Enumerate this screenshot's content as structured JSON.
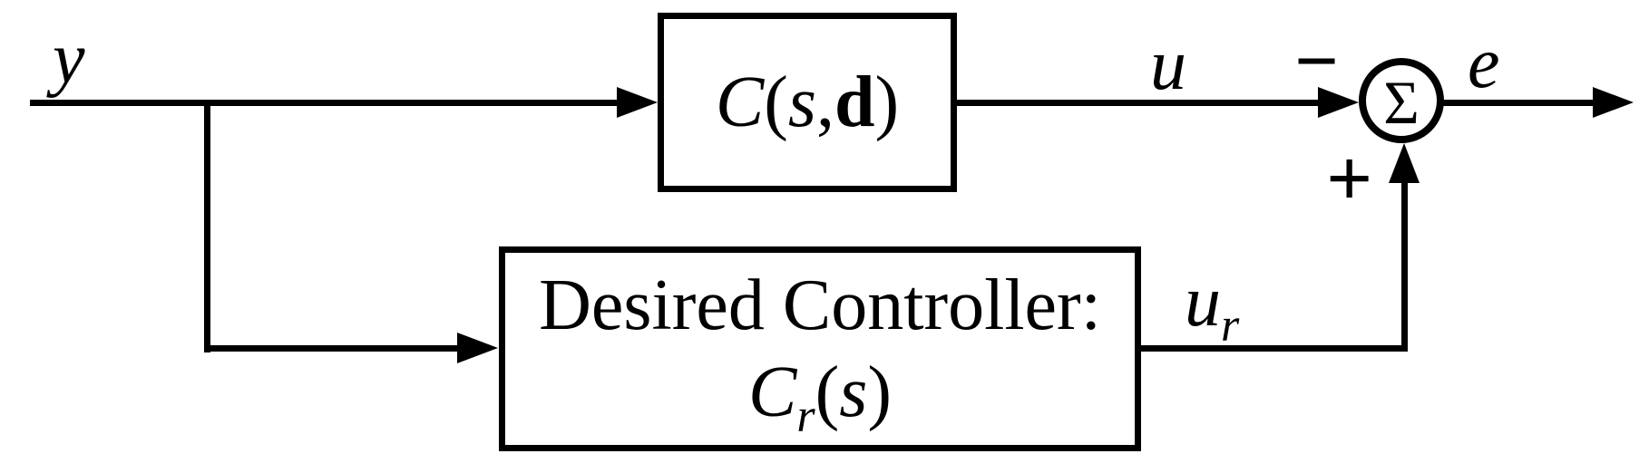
{
  "colors": {
    "background": "#ffffff",
    "ink": "#000000"
  },
  "labels": {
    "input": "y",
    "controller_output": "u",
    "error_output": "e",
    "reference_output": {
      "base": "u",
      "subscript": "r"
    },
    "minus": "−",
    "plus": "+"
  },
  "summing_junction": {
    "symbol": "Σ"
  },
  "blocks": {
    "controller": {
      "name": "C",
      "lparen": "(",
      "arg": "s",
      "comma": ",",
      "param": "d",
      "rparen": ")"
    },
    "desired_controller": {
      "title": "Desired Controller:",
      "name": "C",
      "subscript": "r",
      "lparen": "(",
      "arg": "s",
      "rparen": ")"
    }
  }
}
